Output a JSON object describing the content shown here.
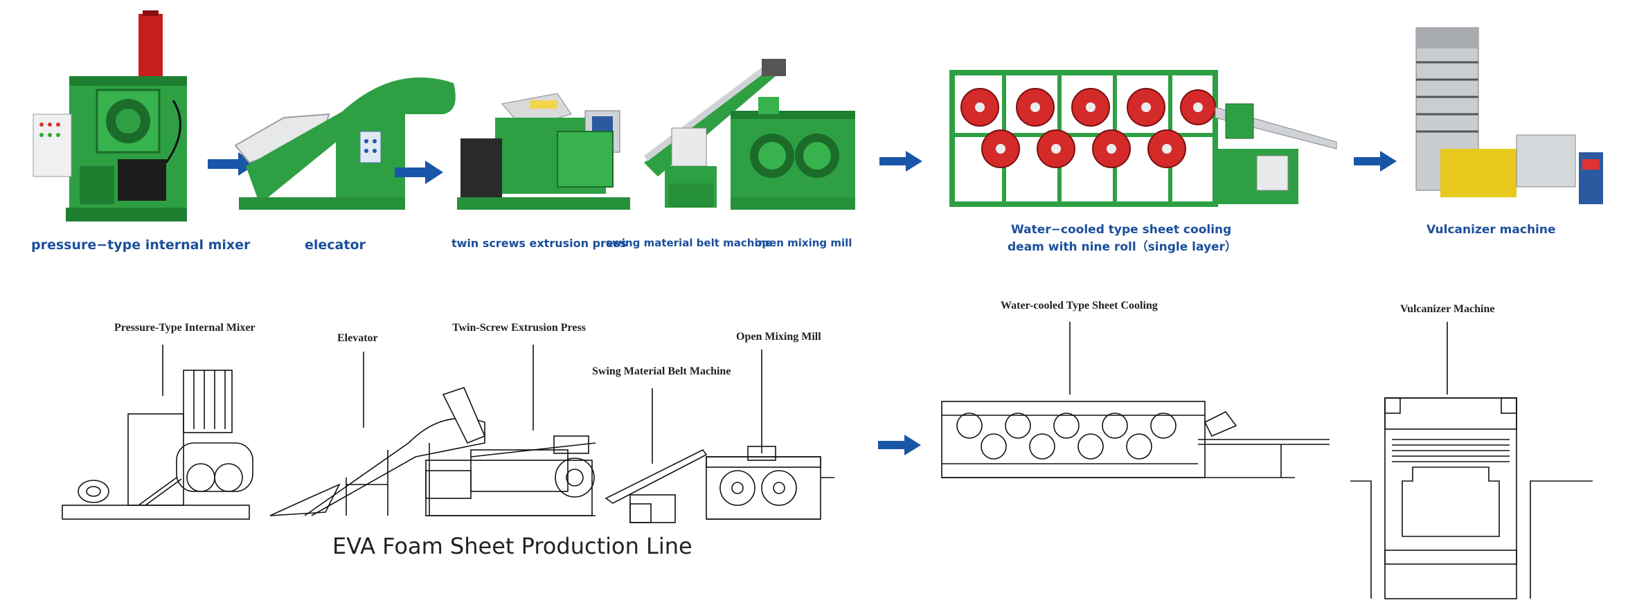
{
  "top_row": {
    "captions": {
      "mixer": "pressure−type internal mixer",
      "elevator": "elecator",
      "extruder": "twin screws extrusion press",
      "belt": "swing material belt machine",
      "mill": "open mixing mill",
      "cooling_line1": "Water−cooled type sheet cooling",
      "cooling_line2": "deam with nine roll（single layer）",
      "vulcanizer": "Vulcanizer machine"
    }
  },
  "bottom_row": {
    "labels": {
      "mixer": "Pressure-Type Internal Mixer",
      "elevator": "Elevator",
      "extruder": "Twin-Screw Extrusion Press",
      "belt": "Swing Material Belt Machine",
      "mill": "Open Mixing Mill",
      "cooling": "Water-cooled Type Sheet Cooling",
      "vulcanizer": "Vulcanizer Machine"
    },
    "title": "EVA Foam Sheet Production Line"
  },
  "colors": {
    "machine_green": "#2ea043",
    "roller_red": "#d42a2a",
    "arrow_blue": "#1a56a8",
    "caption_blue": "#1a4f9c"
  },
  "icons": [
    "flow-arrow-icon"
  ]
}
